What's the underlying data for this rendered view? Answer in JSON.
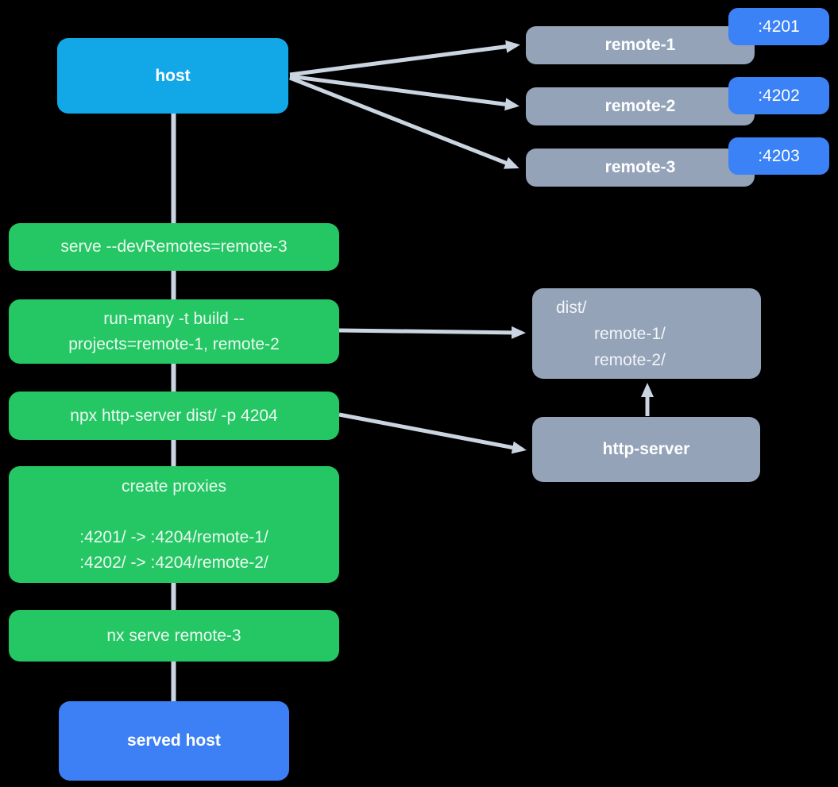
{
  "diagram": {
    "host": {
      "label": "host"
    },
    "remotes": [
      {
        "label": "remote-1",
        "port": ":4201"
      },
      {
        "label": "remote-2",
        "port": ":4202"
      },
      {
        "label": "remote-3",
        "port": ":4203"
      }
    ],
    "steps": [
      {
        "lines": [
          "serve --devRemotes=remote-3"
        ]
      },
      {
        "lines": [
          "run-many -t build --",
          "projects=remote-1, remote-2"
        ]
      },
      {
        "lines": [
          "npx http-server dist/ -p 4204"
        ]
      },
      {
        "lines": [
          "create proxies",
          "",
          ":4201/ -> :4204/remote-1/",
          ":4202/ -> :4204/remote-2/"
        ]
      },
      {
        "lines": [
          "nx serve remote-3"
        ]
      }
    ],
    "dist_folder": {
      "lines": [
        "dist/",
        "remote-1/",
        "remote-2/"
      ]
    },
    "http_server": {
      "label": "http-server"
    },
    "served_host": {
      "label": "served host"
    },
    "colors": {
      "host_blue": "#12a8e8",
      "node_gray": "#94a3b8",
      "badge_blue": "#3b82f6",
      "step_green": "#24c763",
      "served_blue": "#3d80f5",
      "connector_gray": "#cbd5e1",
      "background": "#000000"
    }
  }
}
